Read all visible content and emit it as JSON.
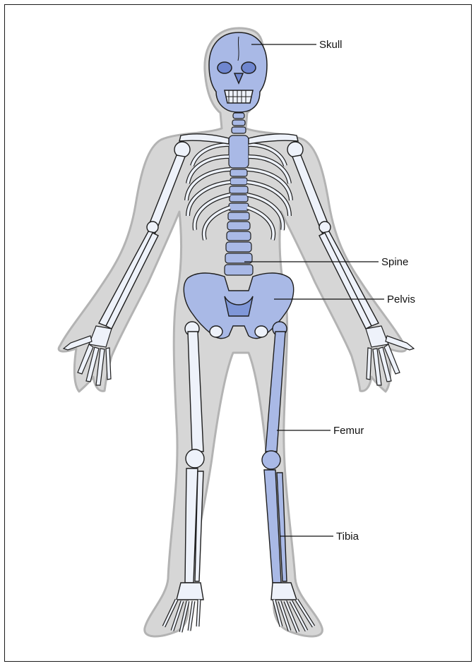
{
  "diagram": {
    "labels": {
      "skull": "Skull",
      "spine": "Spine",
      "pelvis": "Pelvis",
      "femur": "Femur",
      "tibia": "Tibia"
    }
  },
  "colors": {
    "silhouette": "#d6d6d6",
    "silhouette_outline": "#b3b3b3",
    "bone": "#eef2fa",
    "highlight_bone": "#a9b9e6",
    "outline": "#1e1e1e",
    "leader_line": "#111111"
  }
}
